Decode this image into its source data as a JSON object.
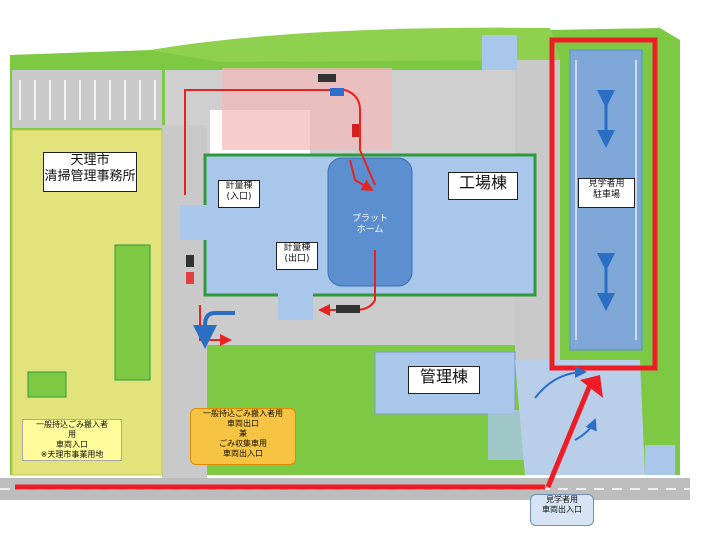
{
  "labels": {
    "tenri_office": "天理市\n清掃管理事務所",
    "factory": "工場棟",
    "platform": "プラット\nホーム",
    "weigh_in": "計量棟\n(入口)",
    "weigh_out": "計量棟\n(出口)",
    "admin": "管理棟",
    "visitor_parking": "見学者用\n駐車場",
    "general_entrance": "一般持込ごみ搬入者\n用\n車両入口\n※天理市事業用地",
    "general_exit": "一般持込ごみ搬入者用\n車両出口\n兼\nごみ収集車用\n車両出入口",
    "visitor_gate": "見学者用\n車両出入口"
  },
  "colors": {
    "grass": "#7dc943",
    "green_dark": "#2e9a3c",
    "yellow_field": "#e3e37c",
    "building_blue": "#a9c7ea",
    "platform_blue": "#5b8fd0",
    "parking_blue": "#7fa7d8",
    "road": "#c9c9c9",
    "route_red": "#e8231f",
    "highlight_red": "#ee1c25",
    "note_orange": "#f7c343"
  }
}
